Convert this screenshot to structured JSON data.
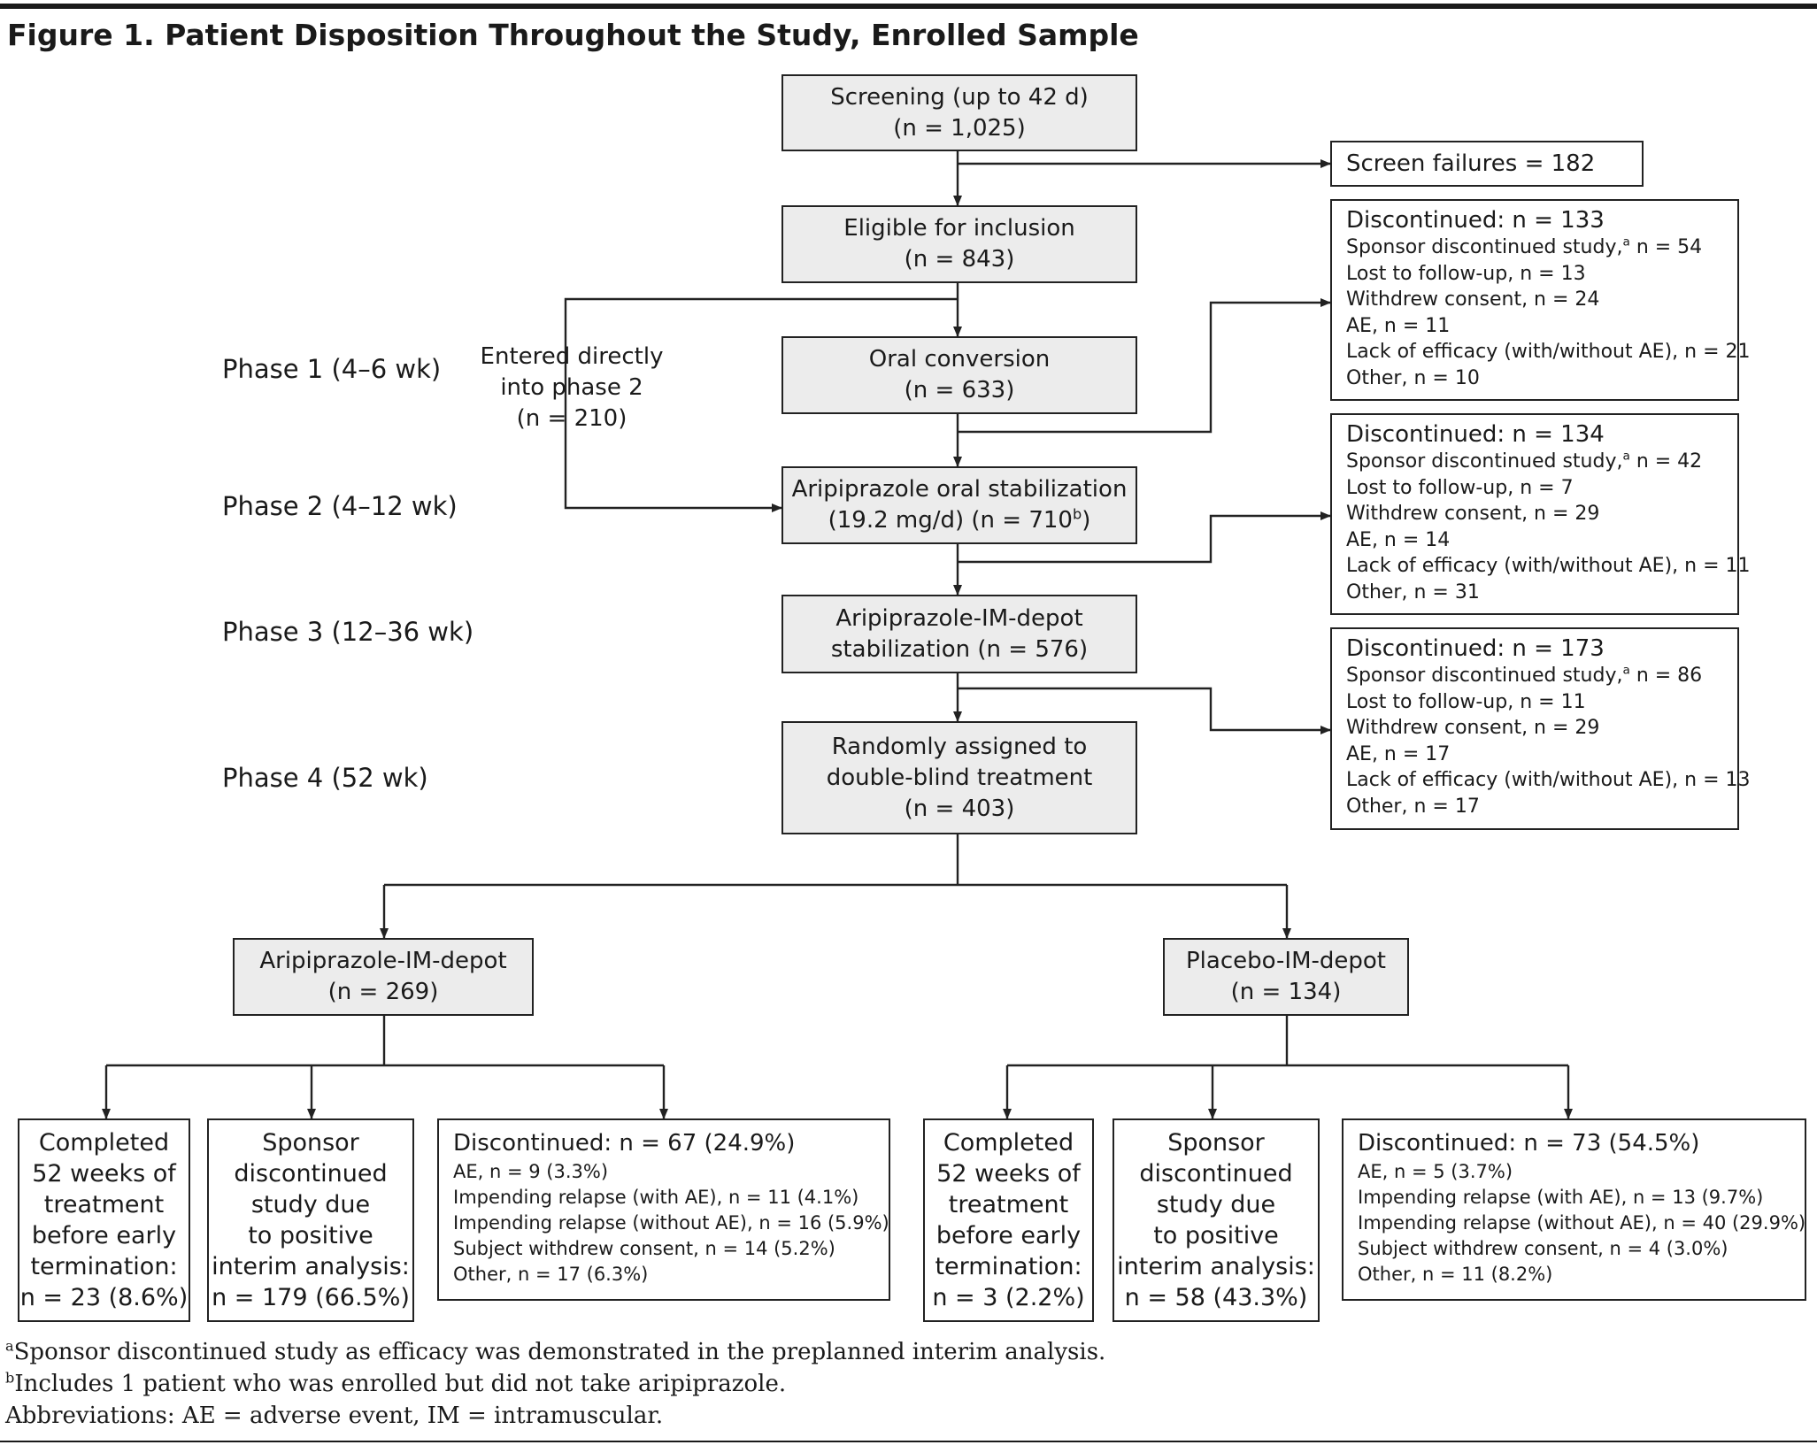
{
  "title": "Figure 1. Patient Disposition Throughout the Study, Enrolled Sample",
  "phases": [
    "Phase 1 (4–6 wk)",
    "Phase 2 (4–12 wk)",
    "Phase 3 (12–36 wk)",
    "Phase 4 (52 wk)"
  ],
  "direct_entry": [
    "Entered directly",
    "into phase 2",
    "(n = 210)"
  ],
  "main_boxes": {
    "screening": [
      "Screening (up to 42 d)",
      "(n = 1,025)"
    ],
    "eligible": [
      "Eligible for inclusion",
      "(n = 843)"
    ],
    "oral_conversion": [
      "Oral conversion",
      "(n = 633)"
    ],
    "oral_stabilization": [
      "Aripiprazole oral stabilization",
      "(19.2 mg/d) (n = 710",
      "b",
      ")"
    ],
    "depot_stabilization": [
      "Aripiprazole-IM-depot",
      "stabilization (n = 576)"
    ],
    "randomized": [
      "Randomly assigned to",
      "double-blind treatment",
      "(n = 403)"
    ],
    "arm_active": [
      "Aripiprazole-IM-depot",
      "(n = 269)"
    ],
    "arm_placebo": [
      "Placebo-IM-depot",
      "(n = 134)"
    ]
  },
  "screen_failures": "Screen failures = 182",
  "discontinued_phases": [
    {
      "heading": "Discontinued: n = 133",
      "sponsor_prefix": "Sponsor discontinued study,",
      "sponsor_sup": "a",
      "sponsor_value": " n = 54",
      "items": [
        "Lost to follow-up, n = 13",
        "Withdrew consent, n = 24",
        "AE, n = 11",
        "Lack of efficacy (with/without AE), n = 21",
        "Other, n = 10"
      ]
    },
    {
      "heading": "Discontinued: n = 134",
      "sponsor_prefix": "Sponsor discontinued study,",
      "sponsor_sup": "a",
      "sponsor_value": " n = 42",
      "items": [
        "Lost to follow-up, n = 7",
        "Withdrew consent, n = 29",
        "AE, n = 14",
        "Lack of efficacy (with/without AE), n = 11",
        "Other, n = 31"
      ]
    },
    {
      "heading": "Discontinued: n = 173",
      "sponsor_prefix": "Sponsor discontinued study,",
      "sponsor_sup": "a",
      "sponsor_value": " n = 86",
      "items": [
        "Lost to follow-up, n = 11",
        "Withdrew consent, n = 29",
        "AE, n = 17",
        "Lack of efficacy (with/without AE), n = 13",
        "Other, n = 17"
      ]
    }
  ],
  "outcomes": {
    "active_completed": [
      "Completed",
      "52 weeks of",
      "treatment",
      "before early",
      "termination:",
      "n = 23 (8.6%)"
    ],
    "active_sponsor": [
      "Sponsor",
      "discontinued",
      "study due",
      "to positive",
      "interim analysis:",
      "n = 179 (66.5%)"
    ],
    "active_discontinued": {
      "heading": "Discontinued: n = 67 (24.9%)",
      "items": [
        "AE, n = 9 (3.3%)",
        "Impending relapse (with AE), n = 11 (4.1%)",
        "Impending relapse (without AE), n = 16 (5.9%)",
        "Subject withdrew consent, n = 14 (5.2%)",
        "Other, n = 17 (6.3%)"
      ]
    },
    "placebo_completed": [
      "Completed",
      "52 weeks of",
      "treatment",
      "before early",
      "termination:",
      "n = 3 (2.2%)"
    ],
    "placebo_sponsor": [
      "Sponsor",
      "discontinued",
      "study due",
      "to positive",
      "interim analysis:",
      "n = 58 (43.3%)"
    ],
    "placebo_discontinued": {
      "heading": "Discontinued: n = 73 (54.5%)",
      "items": [
        "AE, n = 5 (3.7%)",
        "Impending relapse (with AE), n = 13 (9.7%)",
        "Impending relapse (without AE), n = 40 (29.9%)",
        "Subject withdrew consent, n = 4 (3.0%)",
        "Other, n = 11 (8.2%)"
      ]
    }
  },
  "footnotes": [
    {
      "sup": "a",
      "text": "Sponsor discontinued study as efficacy was demonstrated in the preplanned interim analysis."
    },
    {
      "sup": "b",
      "text": "Includes 1 patient who was enrolled but did not take aripiprazole."
    },
    {
      "sup": "",
      "text": "Abbreviations: AE = adverse event, IM = intramuscular."
    }
  ]
}
